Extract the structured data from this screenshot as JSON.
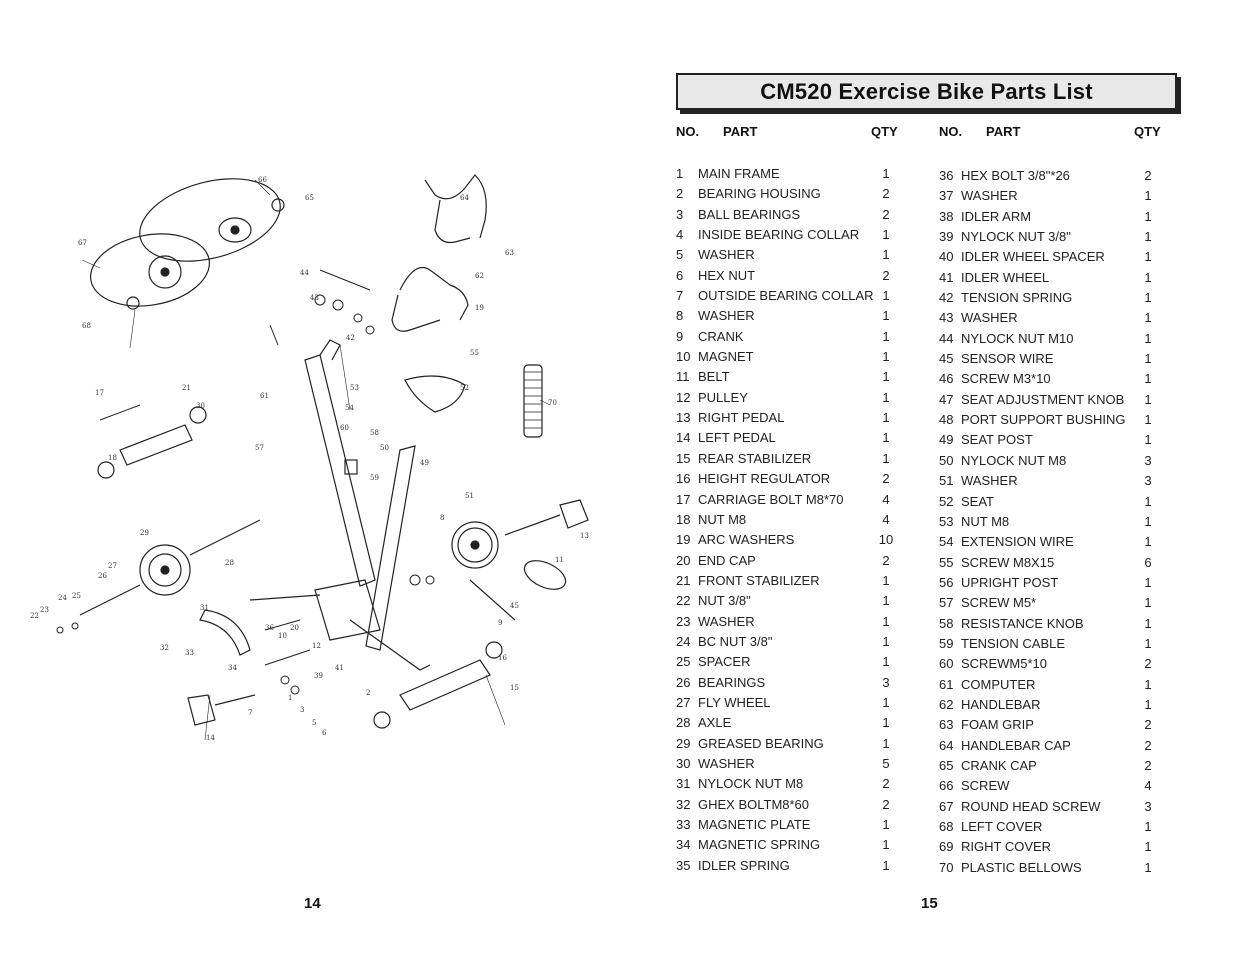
{
  "title": "CM520 Exercise Bike Parts List",
  "headers": {
    "left": {
      "no": "NO.",
      "part": "PART",
      "qty": "QTY"
    },
    "right": {
      "no": "NO.",
      "part": "PART",
      "qty": "QTY"
    }
  },
  "parts_left": [
    {
      "no": "1",
      "part": "MAIN FRAME",
      "qty": "1"
    },
    {
      "no": "2",
      "part": "BEARING HOUSING",
      "qty": "2"
    },
    {
      "no": "3",
      "part": "BALL BEARINGS",
      "qty": "2"
    },
    {
      "no": "4",
      "part": "INSIDE BEARING COLLAR",
      "qty": "1"
    },
    {
      "no": "5",
      "part": "WASHER",
      "qty": "1"
    },
    {
      "no": "6",
      "part": "HEX NUT",
      "qty": "2"
    },
    {
      "no": "7",
      "part": "OUTSIDE BEARING COLLAR",
      "qty": "1"
    },
    {
      "no": "8",
      "part": "WASHER",
      "qty": "1"
    },
    {
      "no": "9",
      "part": "CRANK",
      "qty": "1"
    },
    {
      "no": "10",
      "part": "MAGNET",
      "qty": "1"
    },
    {
      "no": "11",
      "part": "BELT",
      "qty": "1"
    },
    {
      "no": "12",
      "part": "PULLEY",
      "qty": "1"
    },
    {
      "no": "13",
      "part": "RIGHT PEDAL",
      "qty": "1"
    },
    {
      "no": "14",
      "part": "LEFT PEDAL",
      "qty": "1"
    },
    {
      "no": "15",
      "part": "REAR STABILIZER",
      "qty": "1"
    },
    {
      "no": "16",
      "part": "HEIGHT REGULATOR",
      "qty": "2"
    },
    {
      "no": "17",
      "part": "CARRIAGE BOLT M8*70",
      "qty": "4"
    },
    {
      "no": "18",
      "part": "NUT M8",
      "qty": "4"
    },
    {
      "no": "19",
      "part": "ARC WASHERS",
      "qty": "10"
    },
    {
      "no": "20",
      "part": "END CAP",
      "qty": "2"
    },
    {
      "no": "21",
      "part": "FRONT STABILIZER",
      "qty": "1"
    },
    {
      "no": "22",
      "part": "NUT 3/8\"",
      "qty": "1"
    },
    {
      "no": "23",
      "part": "WASHER",
      "qty": "1"
    },
    {
      "no": "24",
      "part": "BC NUT 3/8\"",
      "qty": "1"
    },
    {
      "no": "25",
      "part": "SPACER",
      "qty": "1"
    },
    {
      "no": "26",
      "part": "BEARINGS",
      "qty": "3"
    },
    {
      "no": "27",
      "part": "FLY WHEEL",
      "qty": "1"
    },
    {
      "no": "28",
      "part": "AXLE",
      "qty": "1"
    },
    {
      "no": "29",
      "part": "GREASED BEARING",
      "qty": "1"
    },
    {
      "no": "30",
      "part": "WASHER",
      "qty": "5"
    },
    {
      "no": "31",
      "part": "NYLOCK NUT M8",
      "qty": "2"
    },
    {
      "no": "32",
      "part": "GHEX BOLTM8*60",
      "qty": "2"
    },
    {
      "no": "33",
      "part": "MAGNETIC PLATE",
      "qty": "1"
    },
    {
      "no": "34",
      "part": "MAGNETIC SPRING",
      "qty": "1"
    },
    {
      "no": "35",
      "part": "IDLER SPRING",
      "qty": "1"
    }
  ],
  "parts_right": [
    {
      "no": "36",
      "part": "HEX BOLT 3/8\"*26",
      "qty": "2"
    },
    {
      "no": "37",
      "part": "WASHER",
      "qty": "1"
    },
    {
      "no": "38",
      "part": "IDLER ARM",
      "qty": "1"
    },
    {
      "no": "39",
      "part": "NYLOCK NUT 3/8\"",
      "qty": "1"
    },
    {
      "no": "40",
      "part": "IDLER WHEEL SPACER",
      "qty": "1"
    },
    {
      "no": "41",
      "part": "IDLER WHEEL",
      "qty": "1"
    },
    {
      "no": "42",
      "part": "TENSION SPRING",
      "qty": "1"
    },
    {
      "no": "43",
      "part": "WASHER",
      "qty": "1"
    },
    {
      "no": "44",
      "part": "NYLOCK NUT M10",
      "qty": "1"
    },
    {
      "no": "45",
      "part": "SENSOR WIRE",
      "qty": "1"
    },
    {
      "no": "46",
      "part": "SCREW M3*10",
      "qty": "1"
    },
    {
      "no": "47",
      "part": "SEAT ADJUSTMENT KNOB",
      "qty": "1"
    },
    {
      "no": "48",
      "part": "PORT SUPPORT BUSHING",
      "qty": "1"
    },
    {
      "no": "49",
      "part": "SEAT POST",
      "qty": "1"
    },
    {
      "no": "50",
      "part": "NYLOCK NUT M8",
      "qty": "3"
    },
    {
      "no": "51",
      "part": "WASHER",
      "qty": "3"
    },
    {
      "no": "52",
      "part": "SEAT",
      "qty": "1"
    },
    {
      "no": "53",
      "part": "NUT M8",
      "qty": "1"
    },
    {
      "no": "54",
      "part": "EXTENSION WIRE",
      "qty": "1"
    },
    {
      "no": "55",
      "part": "SCREW M8X15",
      "qty": "6"
    },
    {
      "no": "56",
      "part": "UPRIGHT POST",
      "qty": "1"
    },
    {
      "no": "57",
      "part": "SCREW M5*",
      "qty": "1"
    },
    {
      "no": "58",
      "part": "RESISTANCE KNOB",
      "qty": "1"
    },
    {
      "no": "59",
      "part": "TENSION CABLE",
      "qty": "1"
    },
    {
      "no": "60",
      "part": "SCREWM5*10",
      "qty": "2"
    },
    {
      "no": "61",
      "part": "COMPUTER",
      "qty": "1"
    },
    {
      "no": "62",
      "part": "HANDLEBAR",
      "qty": "1"
    },
    {
      "no": "63",
      "part": "FOAM GRIP",
      "qty": "2"
    },
    {
      "no": "64",
      "part": "HANDLEBAR CAP",
      "qty": "2"
    },
    {
      "no": "65",
      "part": "CRANK CAP",
      "qty": "2"
    },
    {
      "no": "66",
      "part": "SCREW",
      "qty": "4"
    },
    {
      "no": "67",
      "part": "ROUND HEAD SCREW",
      "qty": "3"
    },
    {
      "no": "68",
      "part": "LEFT COVER",
      "qty": "1"
    },
    {
      "no": "69",
      "part": "RIGHT COVER",
      "qty": "1"
    },
    {
      "no": "70",
      "part": "PLASTIC BELLOWS",
      "qty": "1"
    }
  ],
  "page_numbers": {
    "left": "14",
    "right": "15"
  },
  "diagram_labels": [
    "66",
    "65",
    "67",
    "68",
    "64",
    "63",
    "62",
    "19",
    "55",
    "52",
    "70",
    "54",
    "60",
    "57",
    "58",
    "50",
    "51",
    "49",
    "17",
    "16",
    "18",
    "21",
    "30",
    "29",
    "27",
    "26",
    "25",
    "24",
    "23",
    "22",
    "32",
    "33",
    "34",
    "14",
    "13",
    "11",
    "45",
    "15",
    "31",
    "28",
    "12",
    "10",
    "2",
    "1",
    "3",
    "5",
    "6",
    "7",
    "8",
    "9",
    "61",
    "36",
    "39",
    "41",
    "42",
    "43",
    "44",
    "53",
    "59",
    "20"
  ]
}
